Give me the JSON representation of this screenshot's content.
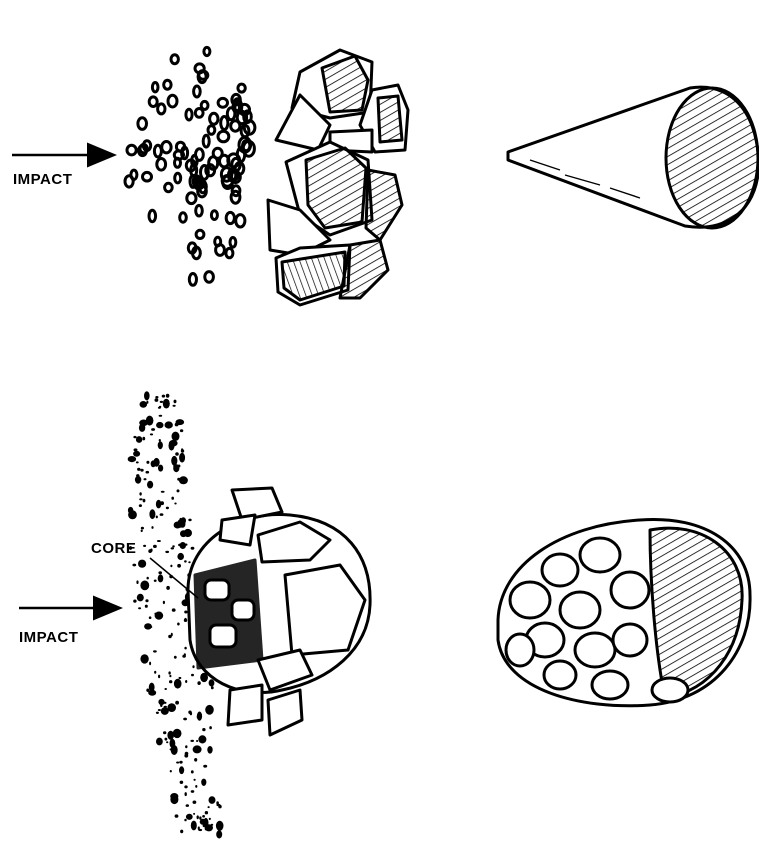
{
  "labels": {
    "impact_top": "IMPACT",
    "impact_bottom": "IMPACT",
    "core": "CORE"
  },
  "colors": {
    "ink": "#000000",
    "paper": "#ffffff"
  },
  "icons": {
    "arrow_top": "arrow-right-icon",
    "arrow_bottom": "arrow-right-icon"
  }
}
